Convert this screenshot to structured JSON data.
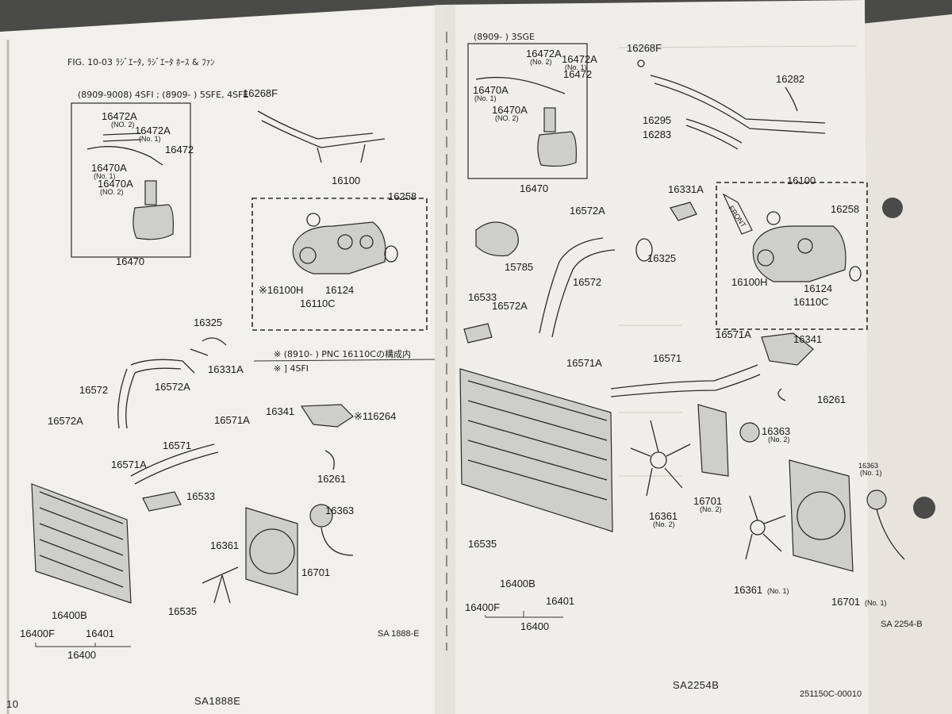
{
  "page": {
    "page_number": "10",
    "left_footer_code": "SA1888E",
    "right_footer_code": "SA2254B",
    "right_footer_doc_no": "251150C-00010"
  },
  "left_page": {
    "fig_title": "FIG. 10-03 ﾗｼﾞｴｰﾀ, ﾗｼﾞｴｰﾀ ﾎｰｽ & ﾌｧﾝ",
    "applicability": "(8909-9008) 4SFI ; (8909-     ) 5SFE, 4SFE",
    "note_line1": "※ (8910-        ) PNC 16110Cの構成内",
    "note_line2": "※ ] 4SFI",
    "diagram_code": "SA 1888-E",
    "labels": {
      "p16472A": "16472A",
      "p16472A_no2_sub": "(NO. 2)",
      "p16472A_b": "16472A",
      "p16472A_no1_sub": "(No. 1)",
      "p16472": "16472",
      "p16470A": "16470A",
      "p16470A_no1_sub": "(No. 1)",
      "p16470A_b": "16470A",
      "p16470A_no2_sub": "(NO. 2)",
      "p16470": "16470",
      "p16268F": "16268F",
      "p16100": "16100",
      "p16258": "16258",
      "p16100H": "※16100H",
      "p16124": "16124",
      "p16110C": "16110C",
      "p16325": "16325",
      "p16331A": "16331A",
      "p16572": "16572",
      "p16572A": "16572A",
      "p16572A_b": "16572A",
      "p16571A": "16571A",
      "p16571": "16571",
      "p16571A_b": "16571A",
      "p16533": "16533",
      "p16341": "16341",
      "p16264": "※116264",
      "p16261": "16261",
      "p16363": "16363",
      "p16701": "16701",
      "p16361": "16361",
      "p16535": "16535",
      "p16400B": "16400B",
      "p16400F": "16400F",
      "p16401": "16401",
      "p16400": "16400"
    }
  },
  "right_page": {
    "applicability": "(8909-     ) 3SGE",
    "diagram_code": "SA 2254-B",
    "front_label": "FRONT",
    "labels": {
      "p16472A": "16472A",
      "p16472A_no2_sub": "(No. 2)",
      "p16472A_b": "16472A",
      "p16472A_no1_sub": "(No. 1)",
      "p16472": "16472",
      "p16470A": "16470A",
      "p16470A_no1_sub": "(No. 1)",
      "p16470A_b": "16470A",
      "p16470A_no2_sub": "(NO. 2)",
      "p16470": "16470",
      "p16268F": "16268F",
      "p16282": "16282",
      "p16295": "16295",
      "p16283": "16283",
      "p16100": "16100",
      "p16258": "16258",
      "p16331A": "16331A",
      "p16572A": "16572A",
      "p16325": "16325",
      "p16100H": "16100H",
      "p16124": "16124",
      "p16110C": "16110C",
      "p15785": "15785",
      "p16572": "16572",
      "p16533": "16533",
      "p16572A_b": "16572A",
      "p16571A": "16571A",
      "p16341": "16341",
      "p16571A_b": "16571A",
      "p16571": "16571",
      "p16261": "16261",
      "p16363": "16363",
      "p16363_no2_sub": "(No. 2)",
      "p16363_b": "16363",
      "p16363_no1_sub": "(No. 1)",
      "p16361": "16361",
      "p16361_no2_sub": "(No. 2)",
      "p16701": "16701",
      "p16701_no2_sub": "(No. 2)",
      "p16535": "16535",
      "p16400B": "16400B",
      "p16400F": "16400F",
      "p16401": "16401",
      "p16400": "16400",
      "p16361_b": "16361",
      "p16361_no1_sub": "(No. 1)",
      "p16701_b": "16701",
      "p16701_no1_sub": "(No. 1)"
    }
  },
  "colors": {
    "paper": "#f2f1ec",
    "paper_shadow": "#dcdad2",
    "ink": "#2a2a2a",
    "background": "#4a4a48"
  }
}
